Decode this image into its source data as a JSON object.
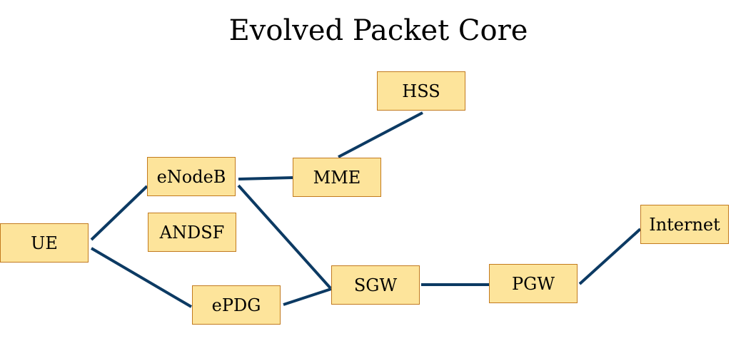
{
  "title": "Evolved Packet Core",
  "colors": {
    "node_fill": "#fde49b",
    "node_border": "#c27a1e",
    "edge": "#0c3a63"
  },
  "nodes": {
    "hss": "HSS",
    "enodeb": "eNodeB",
    "mme": "MME",
    "andsf": "ANDSF",
    "ue": "UE",
    "internet": "Internet",
    "sgw": "SGW",
    "pgw": "PGW",
    "epdg": "ePDG"
  },
  "edges": [
    [
      "UE",
      "eNodeB"
    ],
    [
      "UE",
      "ePDG"
    ],
    [
      "eNodeB",
      "MME"
    ],
    [
      "eNodeB",
      "SGW"
    ],
    [
      "MME",
      "HSS"
    ],
    [
      "ePDG",
      "SGW"
    ],
    [
      "SGW",
      "PGW"
    ],
    [
      "PGW",
      "Internet"
    ]
  ]
}
